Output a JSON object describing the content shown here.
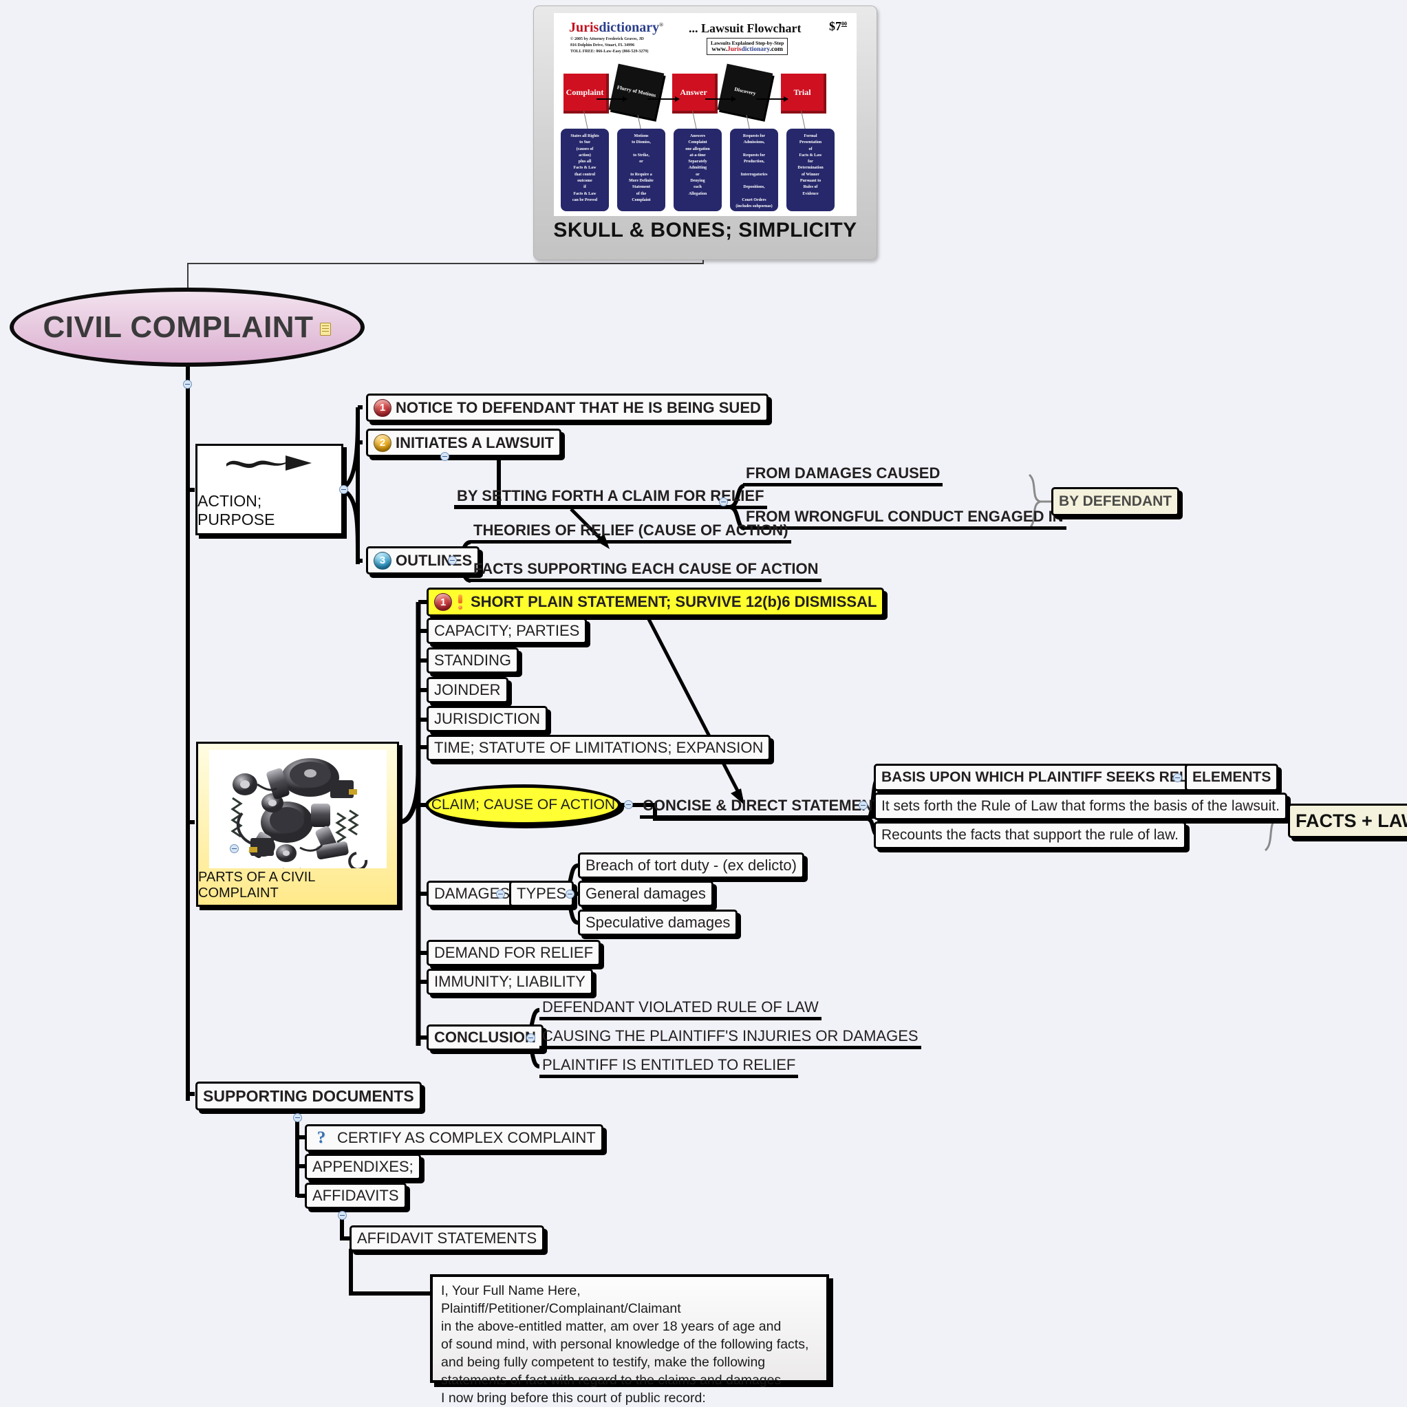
{
  "root": {
    "label": "CIVIL COMPLAINT",
    "note_icon": "note-icon"
  },
  "flowchart_preview": {
    "caption": "SKULL & BONES; SIMPLICITY",
    "brand_jur": "Juris",
    "brand_dict": "dictionary",
    "brand_reg": "®",
    "title": "... Lawsuit Flowchart",
    "price": "$7",
    "price_sup": "00",
    "address_lines": [
      "© 2005 by Attorney Frederick Graves, JD",
      "816 Dolphin Drive, Stuart, FL  34996",
      "TOLL FREE: 866-Law-Easy  (866-529-3279)"
    ],
    "web_box_line1": "Lawsuits Explained Step-by-Step",
    "web_box_www": "www.",
    "web_box_jur": "Juris",
    "web_box_dict": "dictionary",
    "web_box_com": ".com",
    "stages": [
      {
        "label": "Complaint",
        "initial": "C",
        "rest": "omplaint",
        "type": "red"
      },
      {
        "label": "Flurry of Motions",
        "type": "black"
      },
      {
        "label": "Answer",
        "initial": "A",
        "rest": "nswer",
        "type": "red"
      },
      {
        "label": "Discovery",
        "type": "black"
      },
      {
        "label": "Trial",
        "initial": "T",
        "rest": "rial",
        "type": "red"
      }
    ],
    "details": [
      "States all Rights\nto Sue\n(causes of\naction)\nplus all\nFacts & Law\nthat control\noutcome\nif\nFacts & Law\ncan be Proved",
      "Motions\nto Dismiss,\n\nto Strike,\nor\n\nto Require a\nMore Definite\nStatement\nof the\nComplaint",
      "Answers\nComplaint\none allegation\nat-a-time\nSeparately\nAdmitting\nor\nDenying\neach\nAllegation",
      "Requests for\nAdmissions,\n\nRequests for\nProduction,\n\nInterrogatories\n\nDepositions,\n\nCourt Orders\n(includes subpoenas)",
      "Formal\nPresentation\nof\nFacts & Law\nfor\nDetermination\nof Winner\nPursuant to\nRules of\nEvidence"
    ]
  },
  "branches": {
    "action_purpose": {
      "label": "ACTION; PURPOSE",
      "icon": "wavy-arrow-icon",
      "children": [
        {
          "id": "notice",
          "label": "NOTICE TO DEFENDANT THAT HE IS BEING SUED",
          "icon": "number-1-icon"
        },
        {
          "id": "initiates",
          "label": "INITIATES A LAWSUIT",
          "icon": "number-2-icon"
        },
        {
          "id": "outlines",
          "label": "OUTLINES",
          "icon": "number-3-icon"
        }
      ]
    },
    "by_setting_forth": {
      "label": "BY SETTING FORTH A CLAIM FOR RELIEF",
      "children": [
        {
          "label": "FROM DAMAGES CAUSED"
        },
        {
          "label": "FROM WRONGFUL CONDUCT ENGAGED IN"
        }
      ],
      "grouped_to": "BY DEFENDANT"
    },
    "outlines_children": [
      {
        "label": "THEORIES OF RELIEF (CAUSE OF ACTION)"
      },
      {
        "label": "FACTS SUPPORTING EACH CAUSE OF ACTION"
      }
    ],
    "parts": {
      "label": "PARTS OF A CIVIL COMPLAINT",
      "image": "machine-parts-photo",
      "children": [
        {
          "label": "SHORT PLAIN STATEMENT; SURVIVE 12(b)6 DISMISSAL",
          "icons": [
            "number-1-icon",
            "exclamation-icon"
          ]
        },
        {
          "label": "CAPACITY; PARTIES"
        },
        {
          "label": "STANDING"
        },
        {
          "label": "JOINDER"
        },
        {
          "label": "JURISDICTION"
        },
        {
          "label": "TIME; STATUTE OF LIMITATIONS; EXPANSION"
        },
        {
          "label": "CLAIM; CAUSE OF ACTION"
        },
        {
          "label": "DAMAGES"
        },
        {
          "label": "DEMAND FOR RELIEF"
        },
        {
          "label": "IMMUNITY; LIABILITY"
        },
        {
          "label": "CONCLUSION"
        }
      ]
    },
    "claim_children": {
      "concise": "CONCISE & DIRECT STATEMENT",
      "items": [
        {
          "label": "BASIS UPON WHICH PLAINTIFF SEEKS RELIEF",
          "child": "ELEMENTS"
        },
        {
          "label": "It sets forth the Rule of Law that forms the basis of the lawsuit."
        },
        {
          "label": "Recounts the facts that support the rule of law."
        }
      ],
      "grouped_to": "FACTS + LAW"
    },
    "damages": {
      "label": "DAMAGES",
      "types_label": "TYPES",
      "types": [
        "Breach of tort duty - (ex delicto)",
        "General damages",
        "Speculative damages"
      ]
    },
    "conclusion": {
      "label": "CONCLUSION",
      "items": [
        "DEFENDANT VIOLATED RULE OF LAW",
        "CAUSING THE PLAINTIFF'S INJURIES OR DAMAGES",
        "PLAINTIFF IS ENTITLED TO RELIEF"
      ]
    },
    "supporting_documents": {
      "label": "SUPPORTING DOCUMENTS",
      "children": [
        {
          "label": "CERTIFY AS COMPLEX COMPLAINT",
          "icon": "question-mark-icon"
        },
        {
          "label": "APPENDIXES;"
        },
        {
          "label": "AFFIDAVITS"
        }
      ],
      "affidavits_child": "AFFIDAVIT STATEMENTS",
      "affidavit_text": "I, Your Full Name Here, Plaintiff/Petitioner/Complainant/Claimant\nin the above-entitled matter, am over 18 years of age and\nof sound mind, with personal knowledge of the following facts,\nand being fully competent to testify, make the following\nstatements of fact with regard to the claims and damages\nI now bring before this court of public record:"
    }
  },
  "colors": {
    "background": "#f1f2f7",
    "root_fill": "#dcb0d2",
    "claim_fill": "#ffff33",
    "highlight_yellow": "#ffff2e",
    "group_cream": "#f4f2dc",
    "parts_fill": "#ffe98a",
    "outline": "#000000"
  }
}
